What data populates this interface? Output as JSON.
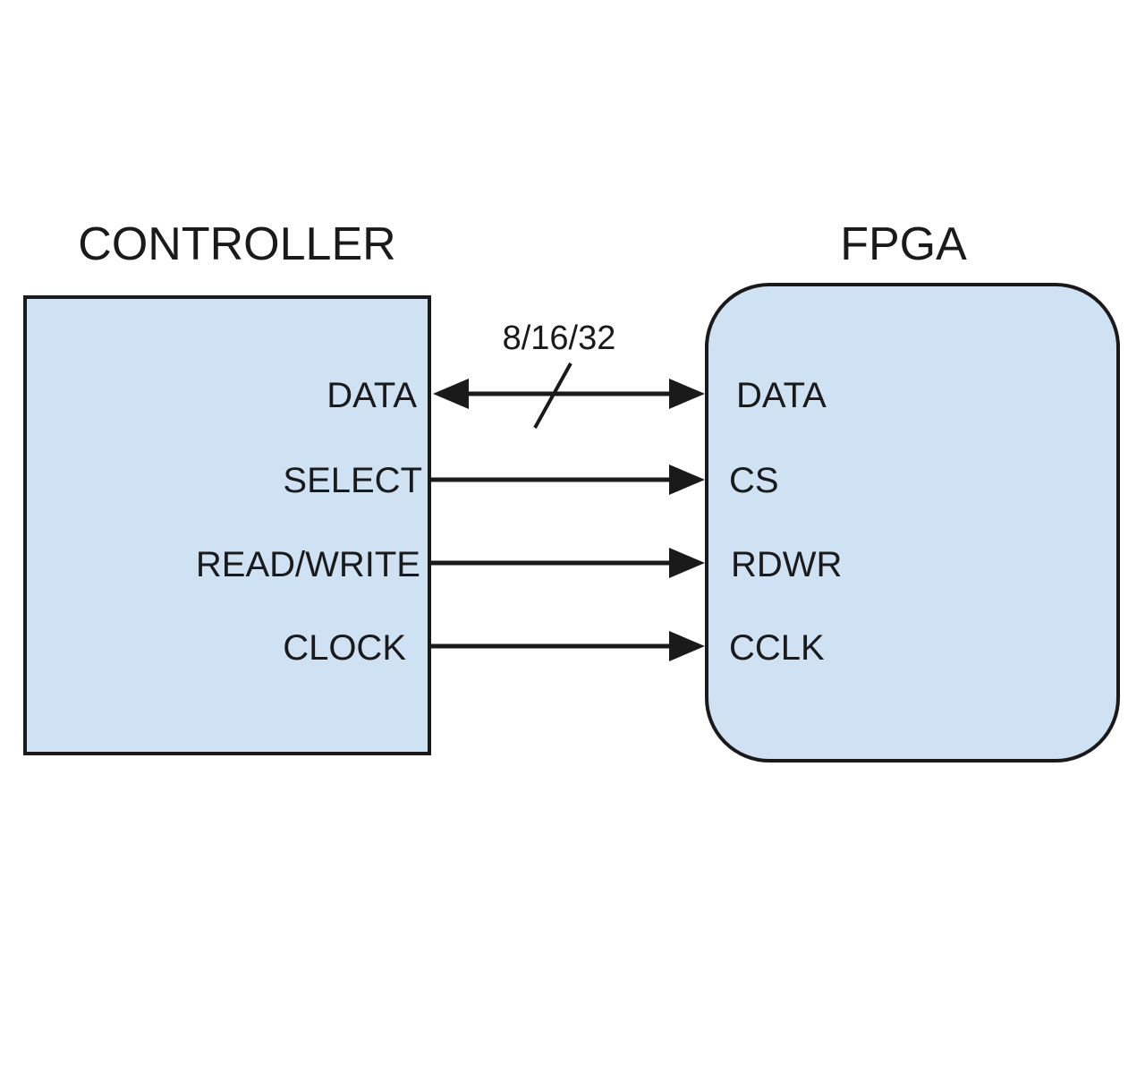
{
  "controller": {
    "title": "CONTROLLER",
    "pins": {
      "data": "DATA",
      "select": "SELECT",
      "read_write": "READ/WRITE",
      "clock": "CLOCK"
    }
  },
  "fpga": {
    "title": "FPGA",
    "pins": {
      "data": "DATA",
      "cs": "CS",
      "rdwr": "RDWR",
      "cclk": "CCLK"
    }
  },
  "bus": {
    "width_label": "8/16/32"
  },
  "colors": {
    "block_fill": "#cfe2f3",
    "stroke": "#1a1a1a"
  }
}
